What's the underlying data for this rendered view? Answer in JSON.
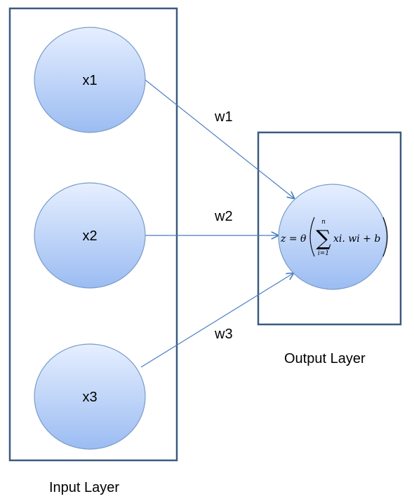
{
  "layers": {
    "input": {
      "caption": "Input Layer"
    },
    "output": {
      "caption": "Output Layer"
    }
  },
  "nodes": {
    "inputs": [
      {
        "label": "x1"
      },
      {
        "label": "x2"
      },
      {
        "label": "x3"
      }
    ]
  },
  "weights": [
    {
      "label": "w1"
    },
    {
      "label": "w2"
    },
    {
      "label": "w3"
    }
  ],
  "formula": {
    "lhs": "z = θ",
    "sum_upper": "n",
    "sum_lower": "i=1",
    "body": "xi. wi + b"
  },
  "colors": {
    "frame": "#3a5a80",
    "node_stroke": "#7a9cc8",
    "node_fill_top": "#e6efff",
    "node_fill_bottom": "#9bbcf2",
    "arrow": "#4a7cc0"
  }
}
